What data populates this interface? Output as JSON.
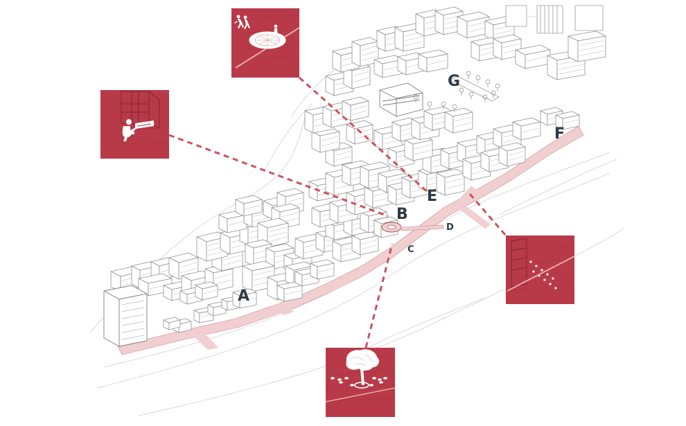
{
  "labels": {
    "A": "A",
    "B": "B",
    "C": "C",
    "D": "D",
    "E": "E",
    "F": "F",
    "G": "G"
  },
  "colors": {
    "callout_fill": "#b83a48",
    "street_fill": "#f1cfd0",
    "connector": "#c9545b",
    "building_stroke": "#8f8f8f",
    "building_fill": "#ffffff",
    "label_text": "#2f3b44"
  },
  "callouts": [
    {
      "id": "playground-detail",
      "icon": "people-running-icon",
      "target": "E"
    },
    {
      "id": "sitting-person-detail",
      "icon": "person-sitting-icon",
      "target": "B"
    },
    {
      "id": "tree-detail",
      "icon": "tree-icon",
      "target": "B"
    },
    {
      "id": "path-lights-detail",
      "icon": "street-lights-icon",
      "target": "E"
    }
  ]
}
